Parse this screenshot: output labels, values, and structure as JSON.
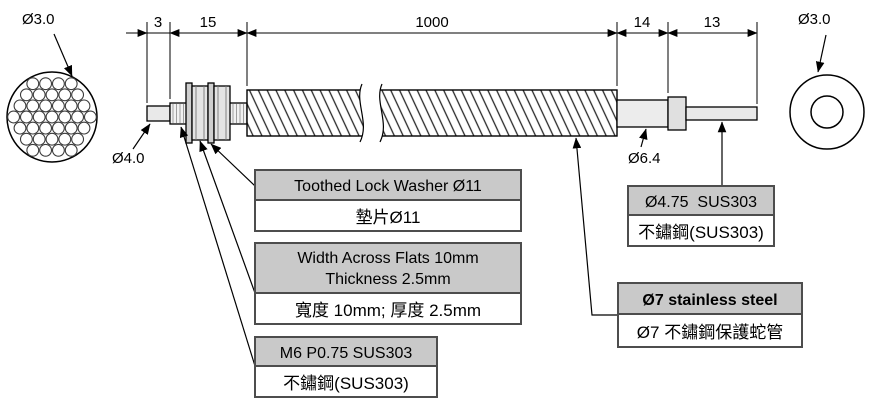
{
  "diagram": {
    "dimensions": {
      "tip": "3",
      "nut_section": "15",
      "conduit": "1000",
      "ferrule": "14",
      "end_tip": "13"
    },
    "diameters": {
      "left_endface": "Ø3.0",
      "right_endface": "Ø3.0",
      "front_tip": "Ø4.0",
      "ferrule": "Ø6.4"
    },
    "callouts": {
      "washer": {
        "title": "Toothed Lock Washer Ø11",
        "subtitle": "墊片Ø11"
      },
      "nut": {
        "title_line1": "Width Across Flats 10mm",
        "title_line2": "Thickness 2.5mm",
        "subtitle": "寬度 10mm; 厚度 2.5mm"
      },
      "thread": {
        "title": "M6 P0.75 SUS303",
        "subtitle": "不鏽鋼(SUS303)"
      },
      "end_tip": {
        "title": "Ø4.75  SUS303",
        "subtitle": "不鏽鋼(SUS303)"
      },
      "conduit": {
        "title": "Ø7 stainless steel",
        "subtitle": "Ø7 不鏽鋼保護蛇管"
      }
    },
    "colors": {
      "callout_header_bg": "#c9c9c9",
      "callout_border": "#4d4d4d",
      "line": "#000000"
    }
  }
}
